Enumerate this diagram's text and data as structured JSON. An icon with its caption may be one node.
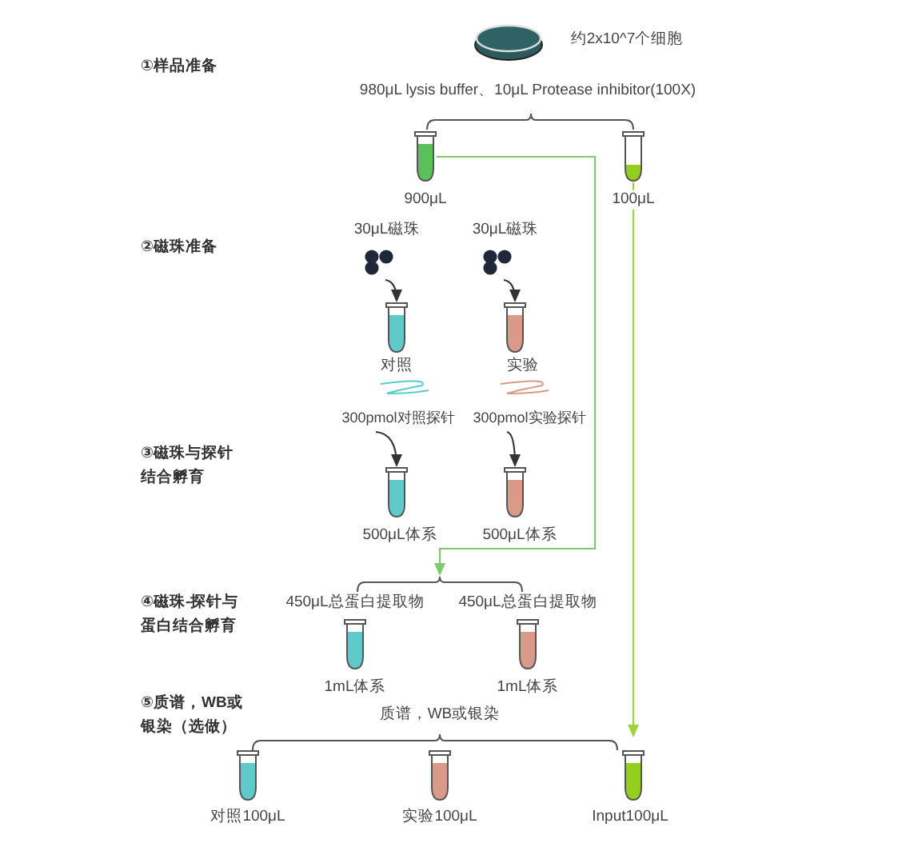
{
  "diagram": {
    "nodes": [
      {
        "text": [],
        "shape": "dish",
        "beside": [
          "约2x10^7个细胞"
        ]
      },
      {
        "text": [],
        "shape": "tube",
        "beside": [
          "900μL"
        ]
      },
      {
        "text": [],
        "shape": "tube",
        "beside": [
          "100μL"
        ]
      },
      {
        "text": [],
        "shape": "beads",
        "beside": [
          "30μL磁珠"
        ]
      },
      {
        "text": [],
        "shape": "beads",
        "beside": [
          "30μL磁珠"
        ]
      },
      {
        "text": [],
        "shape": "tube",
        "beside": [
          "对照"
        ]
      },
      {
        "text": [],
        "shape": "tube",
        "beside": [
          "实验"
        ]
      },
      {
        "text": [
          "300pmol对照探针"
        ]
      },
      {
        "text": [
          "300pmol实验探针"
        ]
      },
      {
        "text": [],
        "shape": "tube",
        "beside": [
          "500μL体系"
        ]
      },
      {
        "text": [],
        "shape": "tube",
        "beside": [
          "500μL体系"
        ]
      },
      {
        "text": [],
        "shape": "bracket"
      },
      {
        "text": [],
        "shape": "tube",
        "beside": [
          "450μL总蛋白提取物",
          "1mL体系"
        ]
      },
      {
        "text": [],
        "shape": "tube",
        "beside": [
          "450μL总蛋白提取物",
          "1mL体系"
        ]
      },
      {
        "text": [],
        "shape": "tube",
        "beside": [
          "对照100μL"
        ]
      },
      {
        "text": [],
        "shape": "tube",
        "beside": [
          "实验100μL"
        ]
      },
      {
        "text": [],
        "shape": "tube",
        "beside": [
          "Input100μL"
        ]
      }
    ],
    "edges": [
      {
        "from": 3,
        "to": 5,
        "arrow": "to"
      },
      {
        "from": 4,
        "to": 6,
        "arrow": "to"
      },
      {
        "from": 7,
        "to": 9,
        "arrow": "to"
      },
      {
        "from": 8,
        "to": 10,
        "arrow": "to"
      },
      {
        "from": 1,
        "to": 11,
        "arrow": "to",
        "color": "#7dcb6e"
      },
      {
        "from": 2,
        "to": 16,
        "arrow": "to",
        "color": "#9ed43a"
      }
    ],
    "labels": [
      "①样品准备",
      "980μL lysis buffer、10μL Protease inhibitor(100X)",
      "②磁珠准备",
      "③磁珠与探针结合孵育",
      "④磁珠-探针与蛋白结合孵育",
      "⑤质谱，WB或银染（选做）",
      "质谱，WB或银染"
    ]
  }
}
